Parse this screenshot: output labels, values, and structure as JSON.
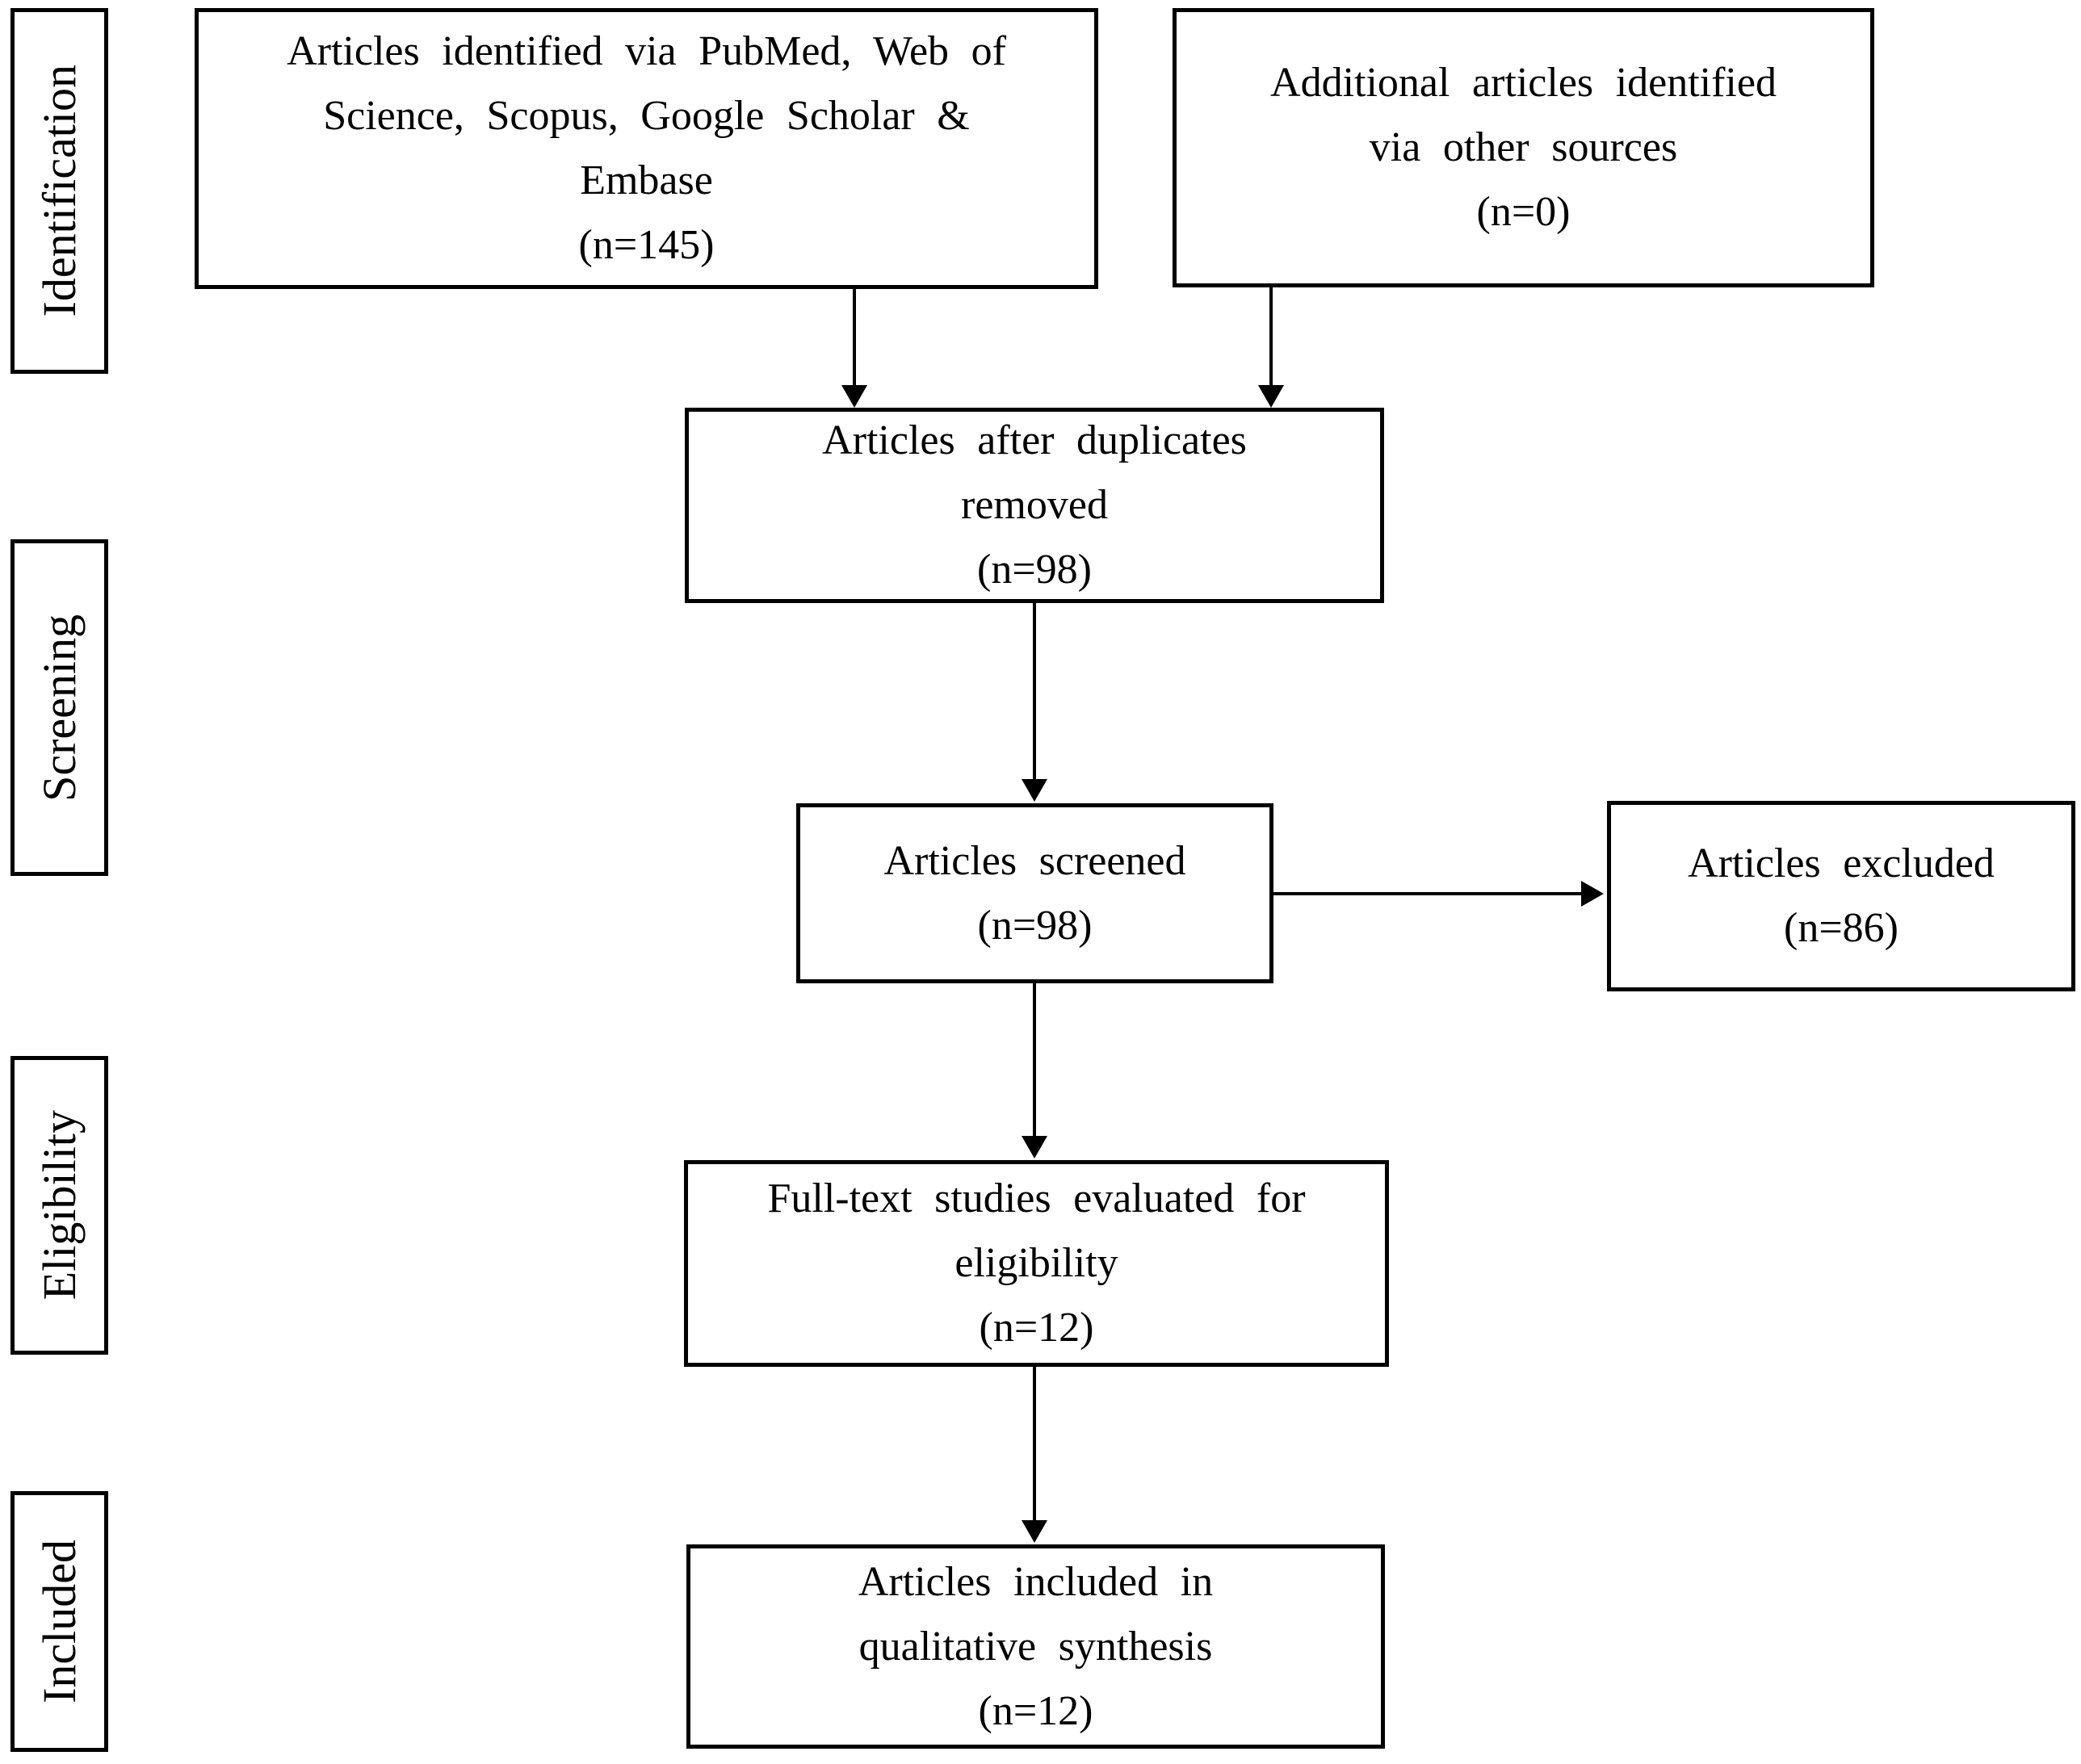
{
  "colors": {
    "ink": "#000000",
    "paper": "#ffffff"
  },
  "stages": [
    {
      "label": "Identification"
    },
    {
      "label": "Screening"
    },
    {
      "label": "Eligibility"
    },
    {
      "label": "Included"
    }
  ],
  "boxes": {
    "identified": {
      "lines": [
        "Articles identified via PubMed, Web of",
        "Science, Scopus, Google Scholar &",
        "Embase",
        "(n=145)"
      ]
    },
    "additional": {
      "lines": [
        "Additional articles identified",
        "via other sources",
        "(n=0)"
      ]
    },
    "deduplicated": {
      "lines": [
        "Articles after duplicates",
        "removed",
        "(n=98)"
      ]
    },
    "screened": {
      "lines": [
        "Articles screened",
        "(n=98)"
      ]
    },
    "excluded": {
      "lines": [
        "Articles excluded",
        "(n=86)"
      ]
    },
    "fulltext": {
      "lines": [
        "Full-text studies evaluated for",
        "eligibility",
        "(n=12)"
      ]
    },
    "included": {
      "lines": [
        "Articles included in",
        "qualitative synthesis",
        "(n=12)"
      ]
    }
  }
}
